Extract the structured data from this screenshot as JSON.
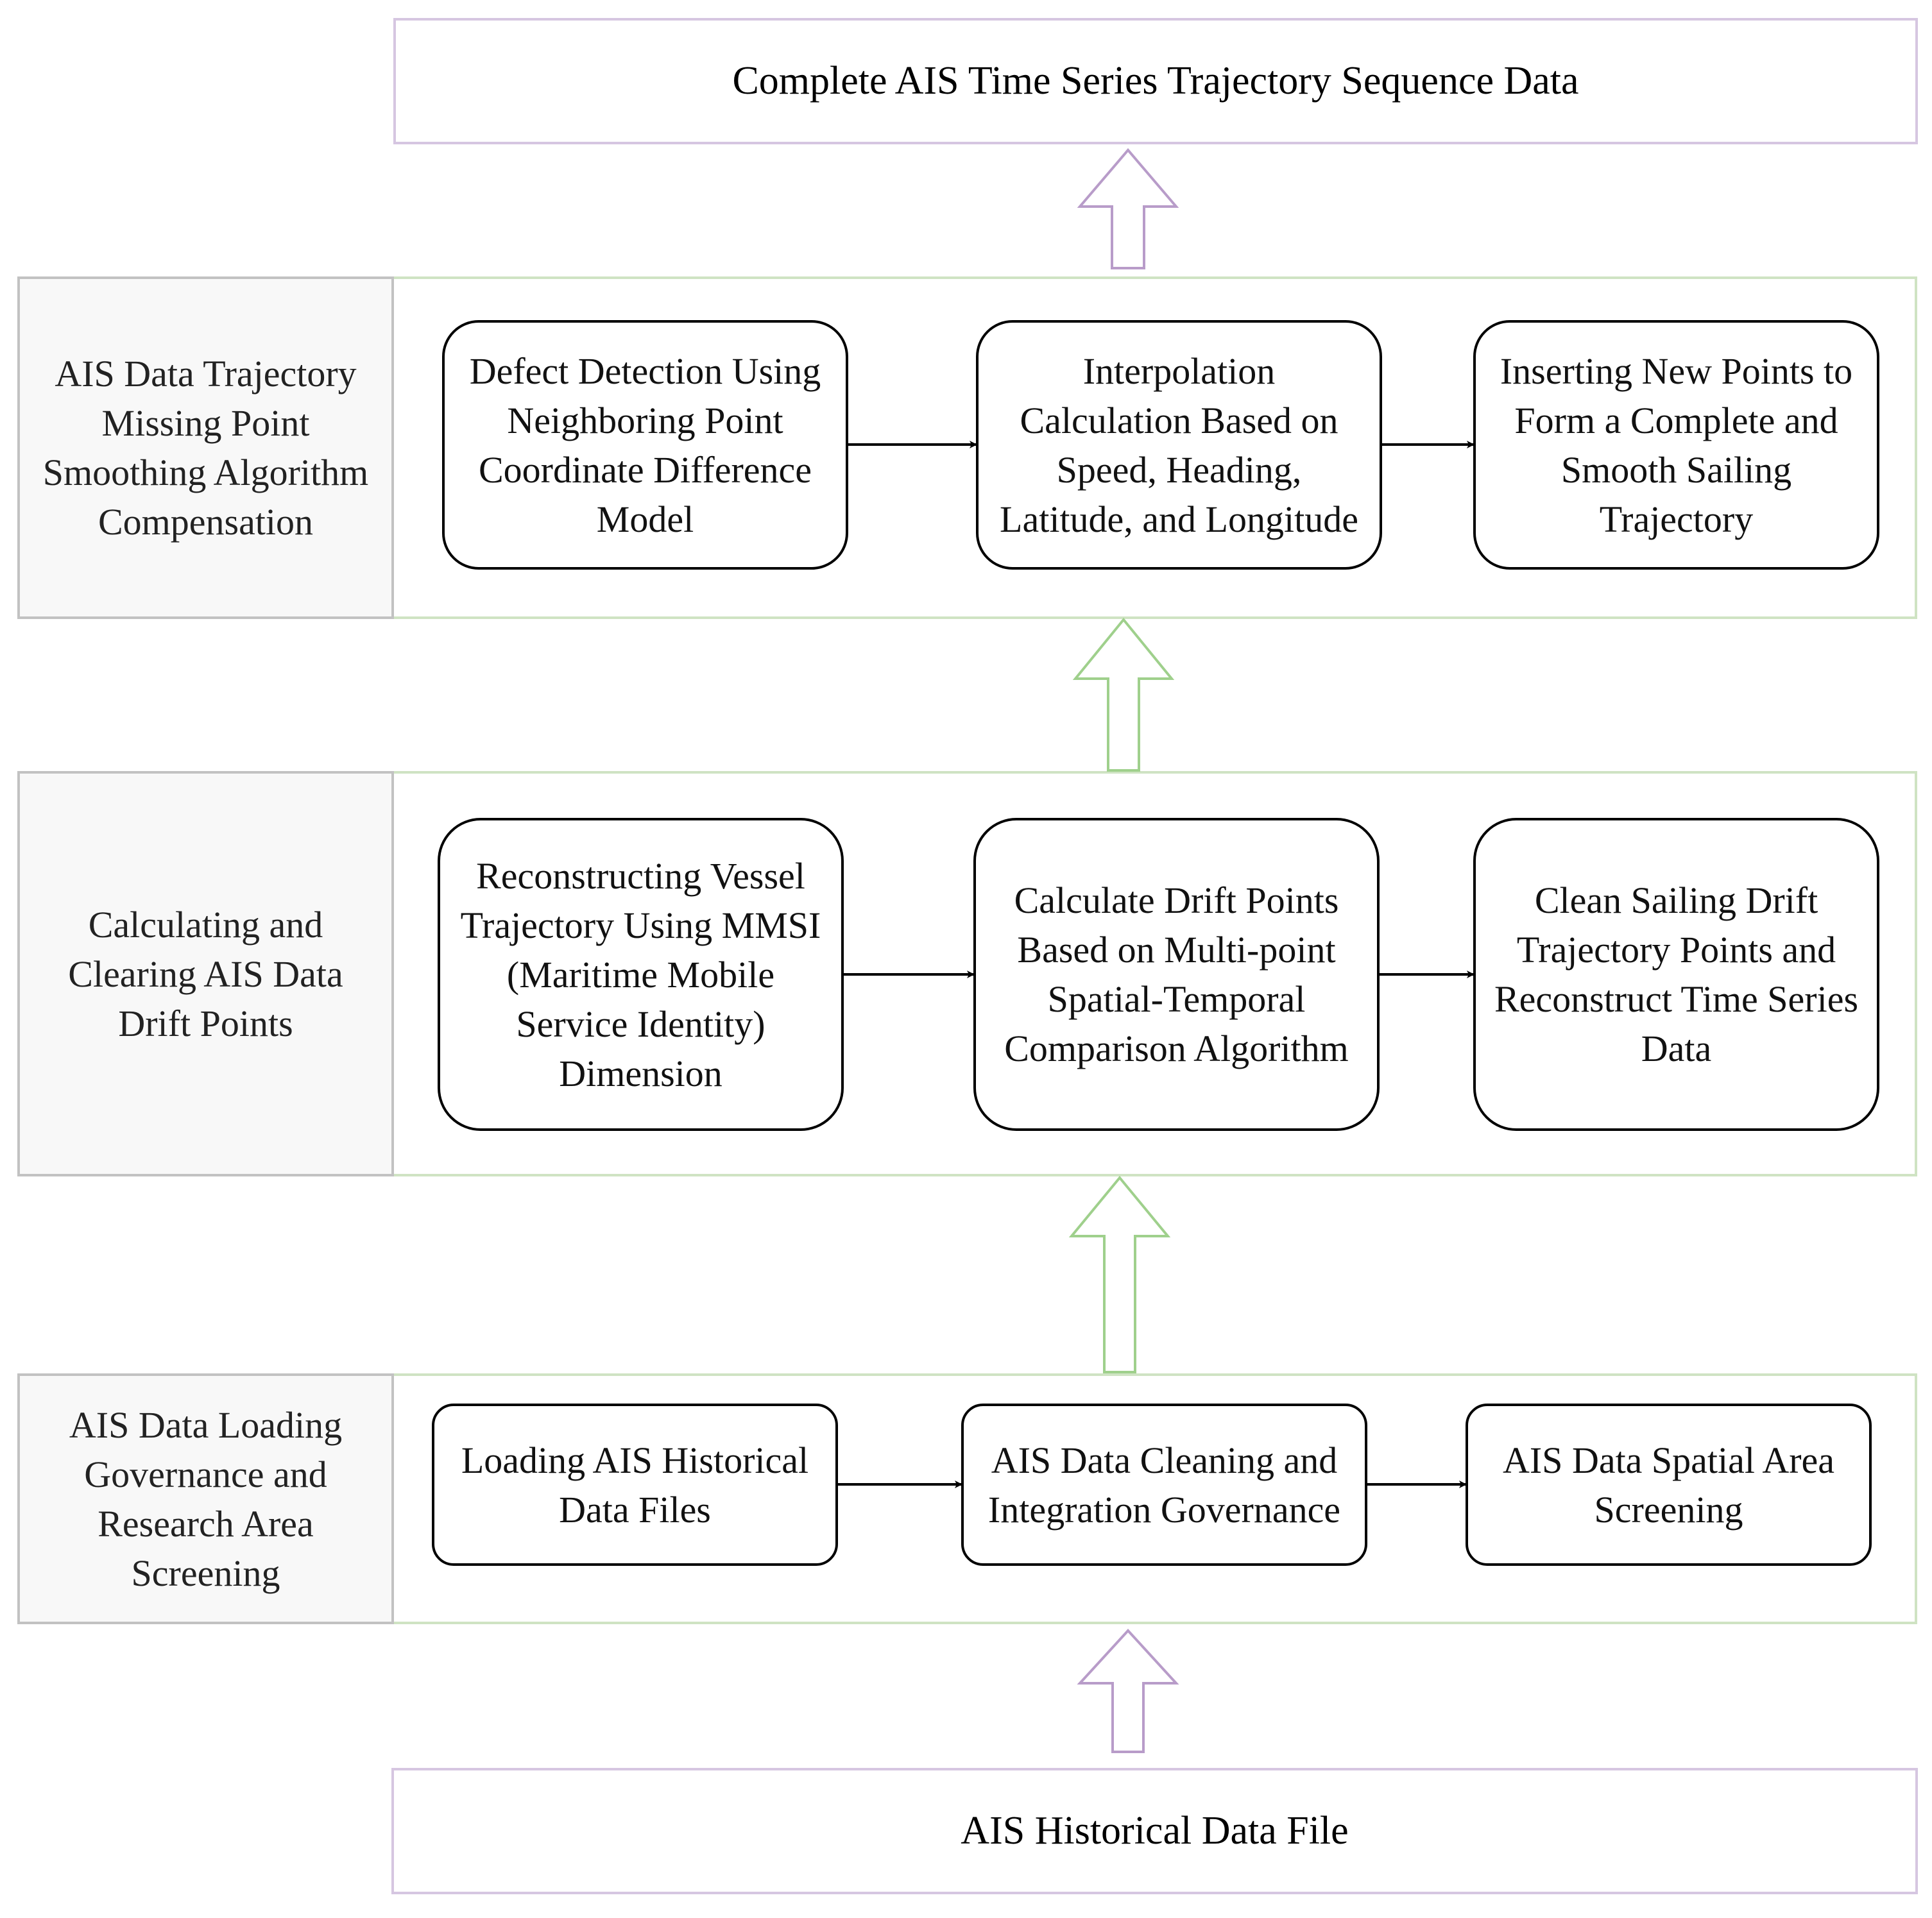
{
  "diagram": {
    "output": {
      "label": "Complete AIS Time Series Trajectory Sequence Data"
    },
    "input": {
      "label": "AIS Historical Data File"
    },
    "sections": [
      {
        "label": [
          "AIS Data Trajectory",
          "Missing Point",
          "Smoothing Algorithm",
          "Compensation"
        ],
        "steps": [
          {
            "lines": [
              "Defect Detection Using",
              "Neighboring Point",
              "Coordinate Difference",
              "Model"
            ]
          },
          {
            "lines": [
              "Interpolation",
              "Calculation Based on",
              "Speed, Heading,",
              "Latitude, and Longitude"
            ]
          },
          {
            "lines": [
              "Inserting New Points to",
              "Form a Complete and",
              "Smooth Sailing",
              "Trajectory"
            ]
          }
        ]
      },
      {
        "label": [
          "Calculating and",
          "Clearing AIS Data",
          "Drift Points"
        ],
        "steps": [
          {
            "lines": [
              "Reconstructing Vessel",
              "Trajectory Using MMSI",
              "(Maritime Mobile",
              "Service Identity)",
              "Dimension"
            ]
          },
          {
            "lines": [
              "Calculate Drift Points",
              "Based on Multi-point",
              "Spatial-Temporal",
              "Comparison Algorithm"
            ]
          },
          {
            "lines": [
              "Clean Sailing Drift",
              "Trajectory Points and",
              "Reconstruct Time Series",
              "Data"
            ]
          }
        ]
      },
      {
        "label": [
          "AIS Data Loading",
          "Governance and",
          "Research Area",
          "Screening"
        ],
        "steps": [
          {
            "lines": [
              "Loading AIS Historical",
              "Data Files"
            ]
          },
          {
            "lines": [
              "AIS Data Cleaning and",
              "Integration Governance"
            ]
          },
          {
            "lines": [
              "AIS Data Spatial Area",
              "Screening"
            ]
          }
        ]
      }
    ],
    "colors": {
      "purple_border": "#d6c6e1",
      "purple_arrow": "#b89cc9",
      "green_border": "#cfe3c3",
      "green_arrow": "#9fd08c",
      "label_fill": "#f8f8f8",
      "label_border": "#c2c2c2"
    }
  }
}
